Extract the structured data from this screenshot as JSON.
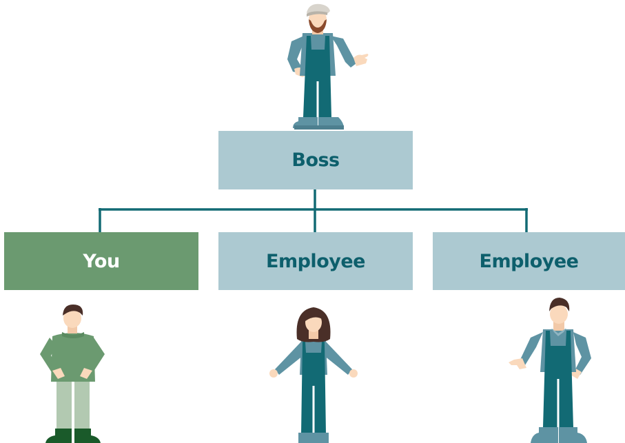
{
  "chart": {
    "boss_label": "Boss",
    "you_label": "You",
    "employee_1_label": "Employee",
    "employee_2_label": "Employee"
  },
  "colors": {
    "box_light": "#acc9d1",
    "box_you": "#6b9a70",
    "text_dark": "#0d5f6c",
    "text_light": "#ffffff",
    "connector": "#126a74",
    "overalls": "#126a74",
    "sleeve": "#5e93a3",
    "skin": "#fad9bc",
    "hair": "#4a2f28"
  }
}
